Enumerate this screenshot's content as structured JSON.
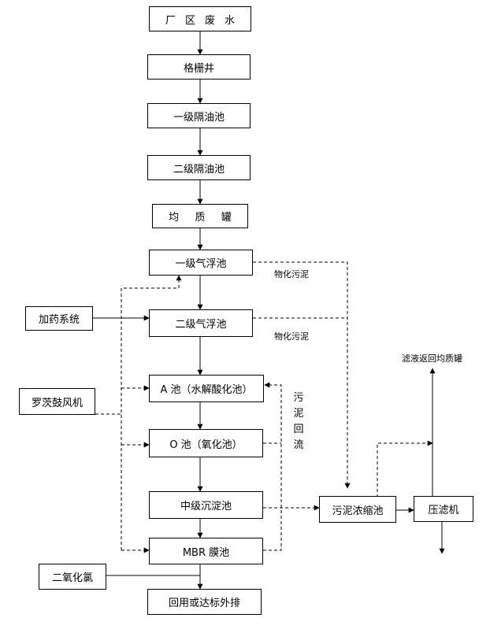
{
  "nodes": {
    "wastewater": [
      "厂",
      "区",
      "废",
      "水"
    ],
    "grid_well": "格栅井",
    "oil_sep_1": "一级隔油池",
    "oil_sep_2": "二级隔油池",
    "equalization": [
      "均",
      "质",
      "罐"
    ],
    "flotation_1": "一级气浮池",
    "flotation_2": "二级气浮池",
    "a_tank": "A 池（水解酸化池）",
    "o_tank": "O 池（氧化池）",
    "mid_clarifier": "中级沉淀池",
    "mbr": "MBR 膜池",
    "reuse": "回用或达标外排",
    "dosing": "加药系统",
    "roots_blower": "罗茨鼓风机",
    "chlorine_dioxide": "二氧化氯",
    "sludge_thickener": "污泥浓缩池",
    "filter_press": "压滤机"
  },
  "labels": {
    "physchem_sludge_1": "物化污泥",
    "physchem_sludge_2": "物化污泥",
    "filtrate_return": "滤液返回均质罐",
    "sludge_return": [
      "污",
      "泥",
      "回",
      "流"
    ]
  }
}
